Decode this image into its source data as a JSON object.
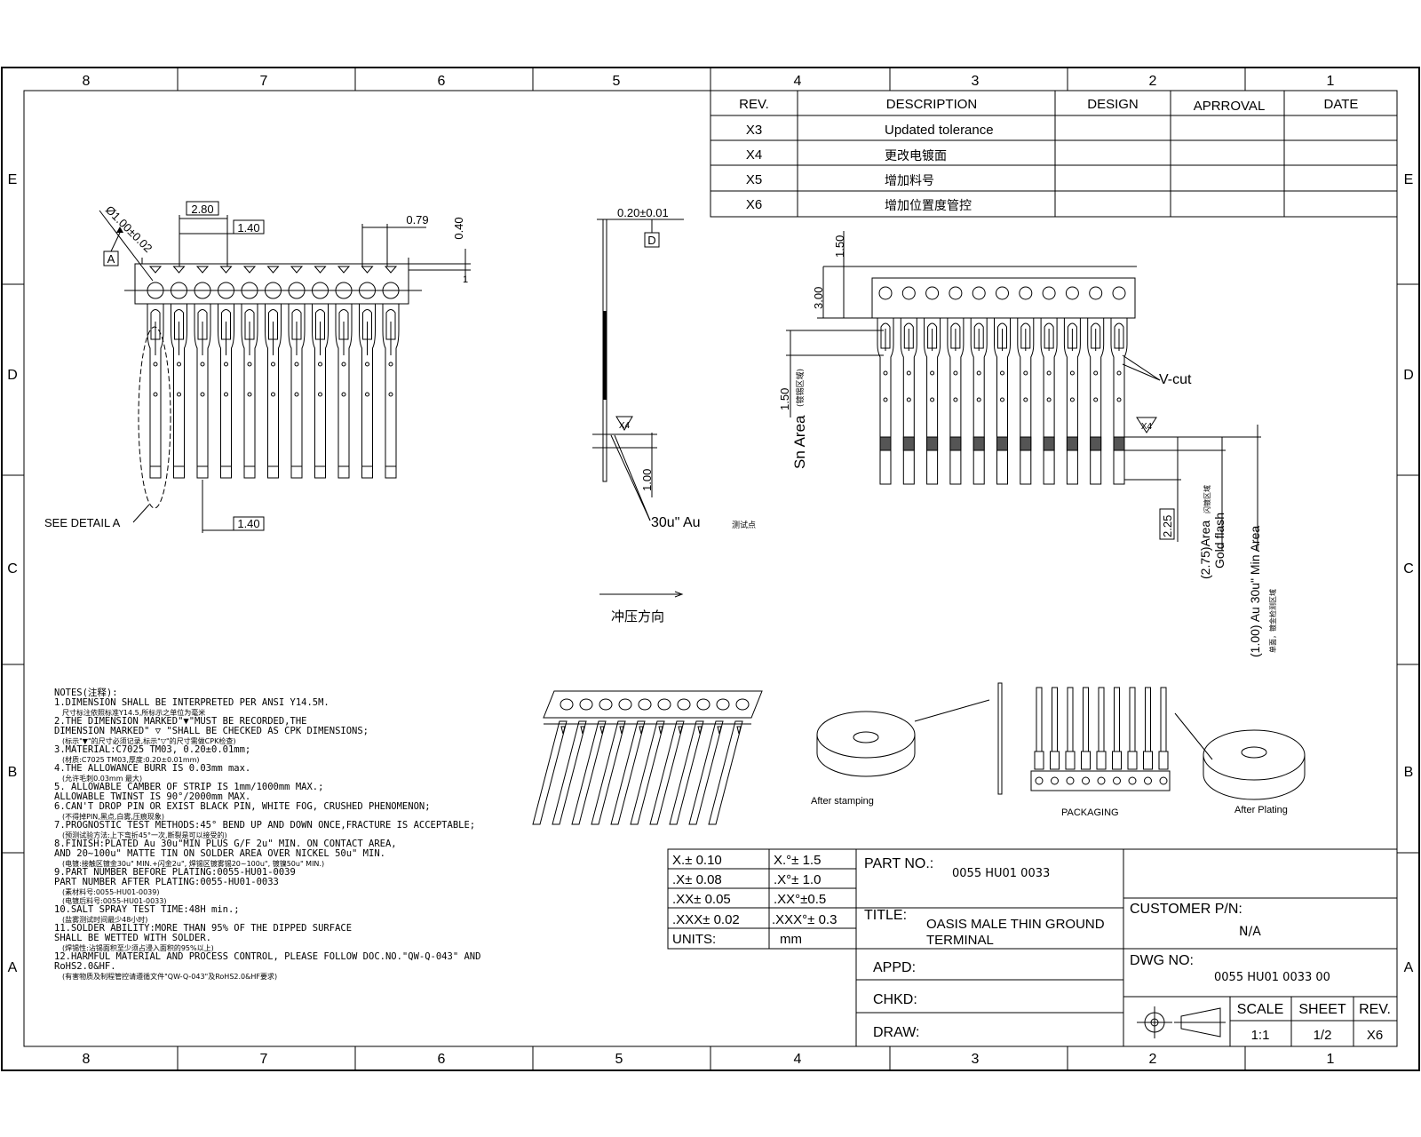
{
  "border": {
    "col_labels": [
      "8",
      "7",
      "6",
      "5",
      "4",
      "3",
      "2",
      "1"
    ],
    "row_labels": [
      "E",
      "D",
      "C",
      "B",
      "A"
    ]
  },
  "revision_table": {
    "headers": [
      "REV.",
      "DESCRIPTION",
      "DESIGN",
      "APRROVAL",
      "DATE"
    ],
    "rows": [
      {
        "rev": "X3",
        "description": "Updated  tolerance"
      },
      {
        "rev": "X4",
        "description": "更改电镀面"
      },
      {
        "rev": "X5",
        "description": "增加料号"
      },
      {
        "rev": "X6",
        "description": "增加位置度管控"
      }
    ]
  },
  "front_view": {
    "dim_pitch": "2.80",
    "dim_width": "1.40",
    "dim_bottom": "1.40",
    "dim_gap": "0.79",
    "dim_height": "0.40",
    "dim_hole": "Ø1.00±0.02",
    "datum_a": "A",
    "see_detail": "SEE DETAIL A",
    "pin_count": 11
  },
  "side_view": {
    "thickness": "0.20±0.01",
    "datum_d": "D",
    "dim_100": "1.00",
    "plating": "30u\"  Au",
    "plating_cn": "测试点",
    "rev_flag": "X4",
    "stamping_dir": "冲压方向"
  },
  "right_view": {
    "dim_150": "1.50",
    "dim_300": "3.00",
    "dim_sn_150": "1.50",
    "sn_area": "Sn  Area",
    "sn_area_cn": "(镀锡区域)",
    "vcut": "V-cut",
    "rev_flag": "X4",
    "dim_225": "2.25",
    "gold_flash": "(2.75)Area",
    "gold_flash2": "Gold  flash",
    "gold_flash_cn": "闪镀区域",
    "au_area": "(1.00)  Au  30u\"  Min  Area",
    "au_area_cn": "单面，镀金检测区域"
  },
  "notes": [
    {
      "en": "NOTES(注释):",
      "cn": ""
    },
    {
      "en": "1.DIMENSION  SHALL  BE  INTERPRETED  PER  ANSI  Y14.5M.",
      "cn": "尺寸标注依照标准Y14.5,所标示之单位为毫米"
    },
    {
      "en": "2.THE  DIMENSION  MARKED\"▼\"MUST  BE  RECORDED,THE",
      "cn": ""
    },
    {
      "en": "  DIMENSION  MARKED\"  ▽ \"SHALL  BE  CHECKED  AS  CPK  DIMENSIONS;",
      "cn": "(标示\"▼\"的尺寸必须记录,标示\"▽\"的尺寸需做CPK检查)"
    },
    {
      "en": "3.MATERIAL:C7025  TM03,  0.20±0.01mm;",
      "cn": "(材质:C7025  TM03,厚度:0.20±0.01mm)"
    },
    {
      "en": "4.THE  ALLOWANCE  BURR  IS  0.03mm  max.",
      "cn": "(允许毛刺0.03mm  最大)"
    },
    {
      "en": "5.  ALLOWABLE  CAMBER  OF  STRIP  IS  1mm/1000mm  MAX.;",
      "cn": ""
    },
    {
      "en": "   ALLOWABLE  TWINST  IS  90°/2000mm  MAX.",
      "cn": ""
    },
    {
      "en": "6.CAN'T  DROP  PIN  OR  EXIST  BLACK  PIN,  WHITE  FOG,  CRUSHED  PHENOMENON;",
      "cn": "(不得掉PIN,黑点,白雾,压痕现象)"
    },
    {
      "en": "7.PROGNOSTIC  TEST  METHODS:45°  BEND  UP  AND  DOWN  ONCE,FRACTURE  IS  ACCEPTABLE;",
      "cn": "(预测试验方法:上下弯折45°一次,断裂是可以接受的)"
    },
    {
      "en": "8.FINISH:PLATED  Au  30u\"MIN  PLUS  G/F  2u\"  MIN.  ON  CONTACT  AREA,",
      "cn": ""
    },
    {
      "en": "AND  20~100u\"  MATTE  TIN  ON  SOLDER  AREA  OVER  NICKEL  50u\"  MIN.",
      "cn": "(电镀:接触区镀金30u\"  MIN.+闪金2u\",  焊锡区镀雾锡20~100u\",  镀镍50u\"  MIN.)"
    },
    {
      "en": "9.PART  NUMBER  BEFORE  PLATING:0055-HU01-0039",
      "cn": ""
    },
    {
      "en": "  PART  NUMBER  AFTER  PLATING:0055-HU01-0033",
      "cn": "(素材料号:0055-HU01-0039)"
    },
    {
      "en": "",
      "cn": "(电镀后料号:0055-HU01-0033)"
    },
    {
      "en": "10.SALT  SPRAY  TEST  TIME:48H  min.;",
      "cn": "(盐雾测试时间最少48小时)"
    },
    {
      "en": "11.SOLDER  ABILITY:MORE  THAN  95%  OF  THE  DIPPED  SURFACE",
      "cn": ""
    },
    {
      "en": "   SHALL  BE  WETTED  WITH  SOLDER.",
      "cn": "(焊锡性:沾锡面积至少须占浸入面积的95%以上)"
    },
    {
      "en": "12.HARMFUL  MATERIAL  AND  PROCESS  CONTROL,  PLEASE  FOLLOW  DOC.NO.\"QW-Q-043\"  AND",
      "cn": ""
    },
    {
      "en": "RoHS2.0&HF.",
      "cn": "(有害物质及制程管控请遵循文件\"QW-Q-043\"及RoHS2.0&HF要求)"
    }
  ],
  "illustrations": {
    "after_stamping": "After  stamping",
    "packaging": "PACKAGING",
    "after_plating": "After  Plating"
  },
  "tolerances": [
    {
      "lin": "X.± 0.10",
      "ang": "X.°± 1.5"
    },
    {
      "lin": ".X± 0.08",
      "ang": ".X°± 1.0"
    },
    {
      "lin": ".XX± 0.05",
      "ang": ".XX°±0.5"
    },
    {
      "lin": ".XXX± 0.02",
      "ang": ".XXX°± 0.3"
    }
  ],
  "units_label": "UNITS:",
  "units_value": "mm",
  "title_block": {
    "part_no_label": "PART NO.:",
    "part_no": "0055  HU01  0033",
    "title_label": "TITLE:",
    "title_1": "OASIS MALE THIN GROUND",
    "title_2": "TERMINAL",
    "customer_pn_label": "CUSTOMER P/N:",
    "customer_pn": "N/A",
    "appd_label": "APPD:",
    "chkd_label": "CHKD:",
    "draw_label": "DRAW:",
    "dwg_no_label": "DWG NO:",
    "dwg_no": "0055  HU01  0033  00",
    "scale_label": "SCALE",
    "scale": "1:1",
    "sheet_label": "SHEET",
    "sheet": "1/2",
    "rev_label": "REV.",
    "rev": "X6"
  }
}
